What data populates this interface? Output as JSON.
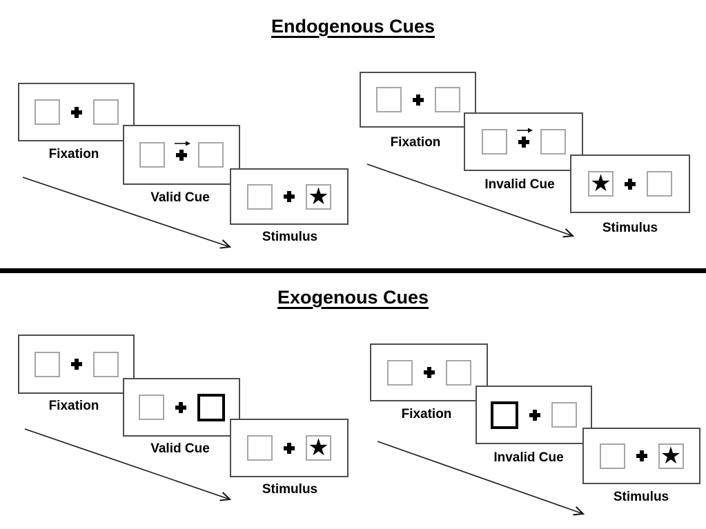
{
  "page": {
    "background": "#ffffff"
  },
  "colors": {
    "ink": "#000000",
    "panel_border": "#4d4d4d",
    "square_border": "#a6a6a6",
    "highlight_square_border": "#000000",
    "divider": "#000000"
  },
  "glyphs": {
    "star": "★"
  },
  "icons": {
    "fixation_cross": "plus-cross-icon",
    "cue_arrow": "right-arrow-icon",
    "target_star": "star-icon",
    "sequence_arrow": "diagonal-arrow-icon"
  },
  "sections": [
    {
      "title": "Endogenous Cues",
      "groups": [
        {
          "name": "valid",
          "panels": [
            {
              "label": "Fixation"
            },
            {
              "label": "Valid Cue"
            },
            {
              "label": "Stimulus"
            }
          ]
        },
        {
          "name": "invalid",
          "panels": [
            {
              "label": "Fixation"
            },
            {
              "label": "Invalid Cue"
            },
            {
              "label": "Stimulus"
            }
          ]
        }
      ]
    },
    {
      "title": "Exogenous Cues",
      "groups": [
        {
          "name": "valid",
          "panels": [
            {
              "label": "Fixation"
            },
            {
              "label": "Valid Cue"
            },
            {
              "label": "Stimulus"
            }
          ]
        },
        {
          "name": "invalid",
          "panels": [
            {
              "label": "Fixation"
            },
            {
              "label": "Invalid Cue"
            },
            {
              "label": "Stimulus"
            }
          ]
        }
      ]
    }
  ]
}
